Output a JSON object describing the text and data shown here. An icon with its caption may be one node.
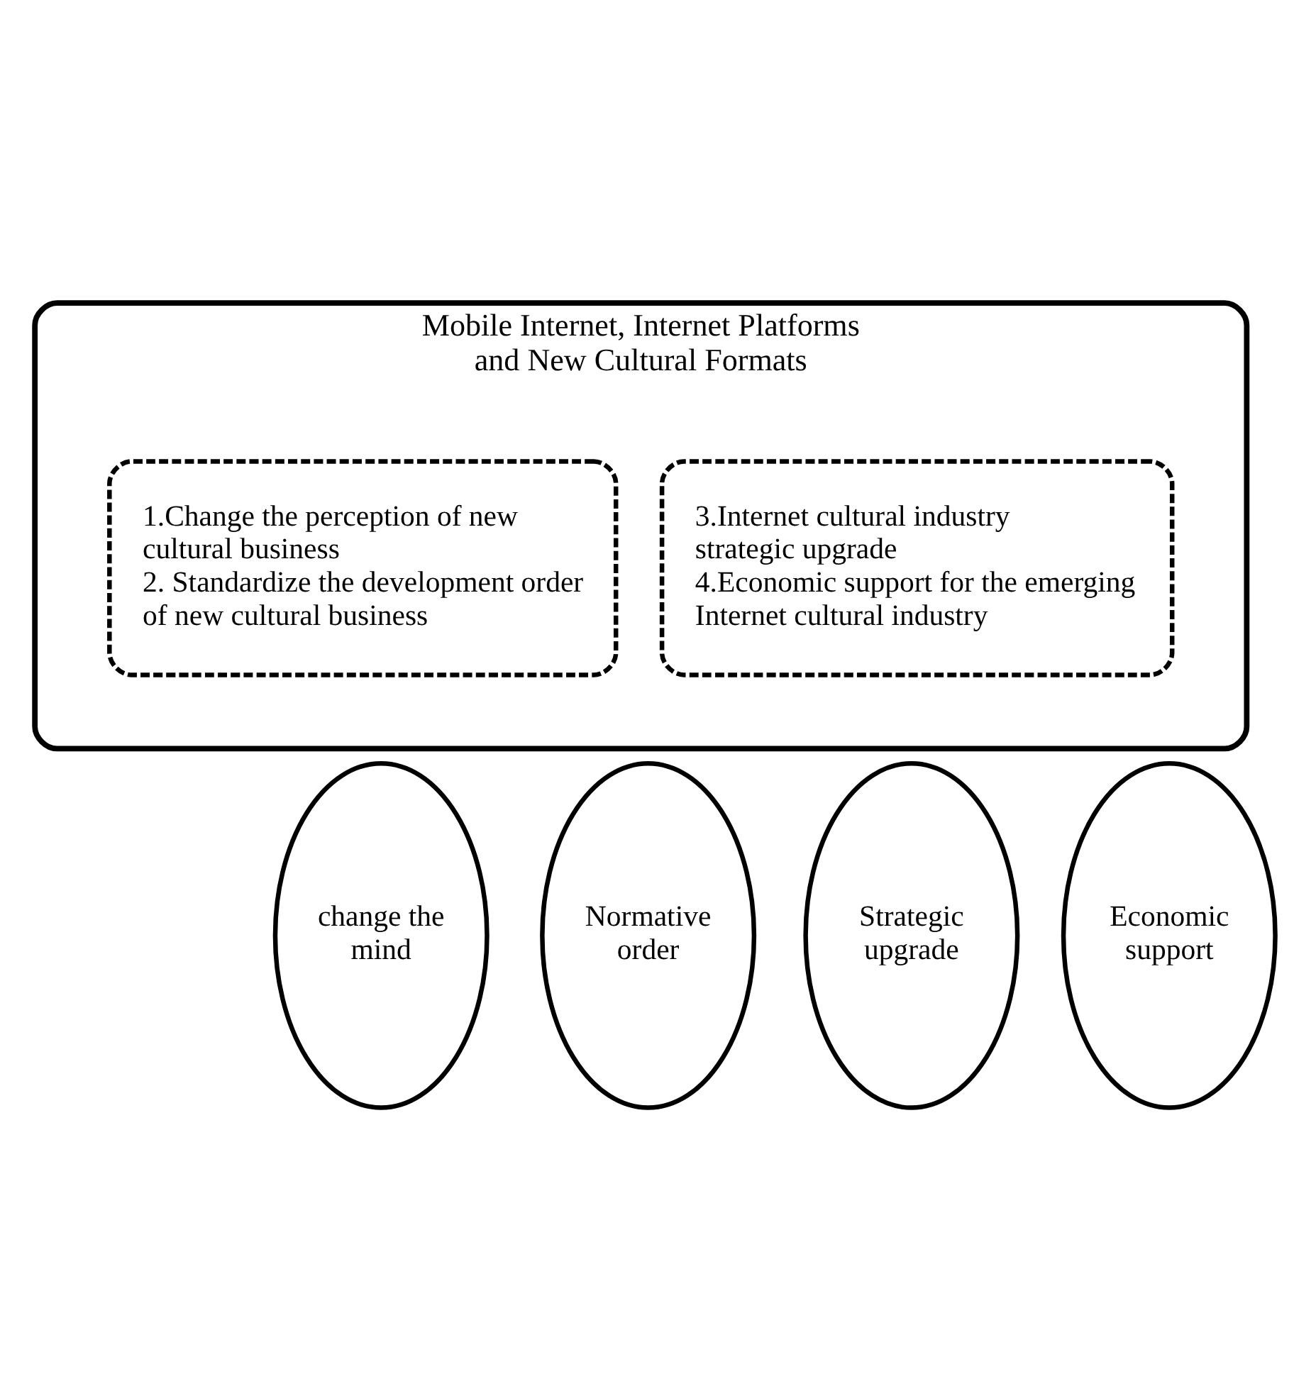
{
  "diagram": {
    "nodes": [
      {
        "text": [
          "Mobile Internet, Internet Platforms and New Cultural Formats"
        ]
      },
      {
        "text": [
          "1.Change the perception of new cultural business",
          "2. Standardize the development order of new cultural business"
        ],
        "in": 0
      },
      {
        "text": [
          "3.Internet cultural industry strategic upgrade",
          "4.Economic support for the emerging Internet cultural industry"
        ],
        "in": 0
      },
      {
        "text": [
          "change the mind"
        ]
      },
      {
        "text": [
          "Normative order"
        ]
      },
      {
        "text": [
          "Strategic upgrade"
        ]
      },
      {
        "text": [
          "Economic support"
        ]
      }
    ],
    "edges": []
  }
}
